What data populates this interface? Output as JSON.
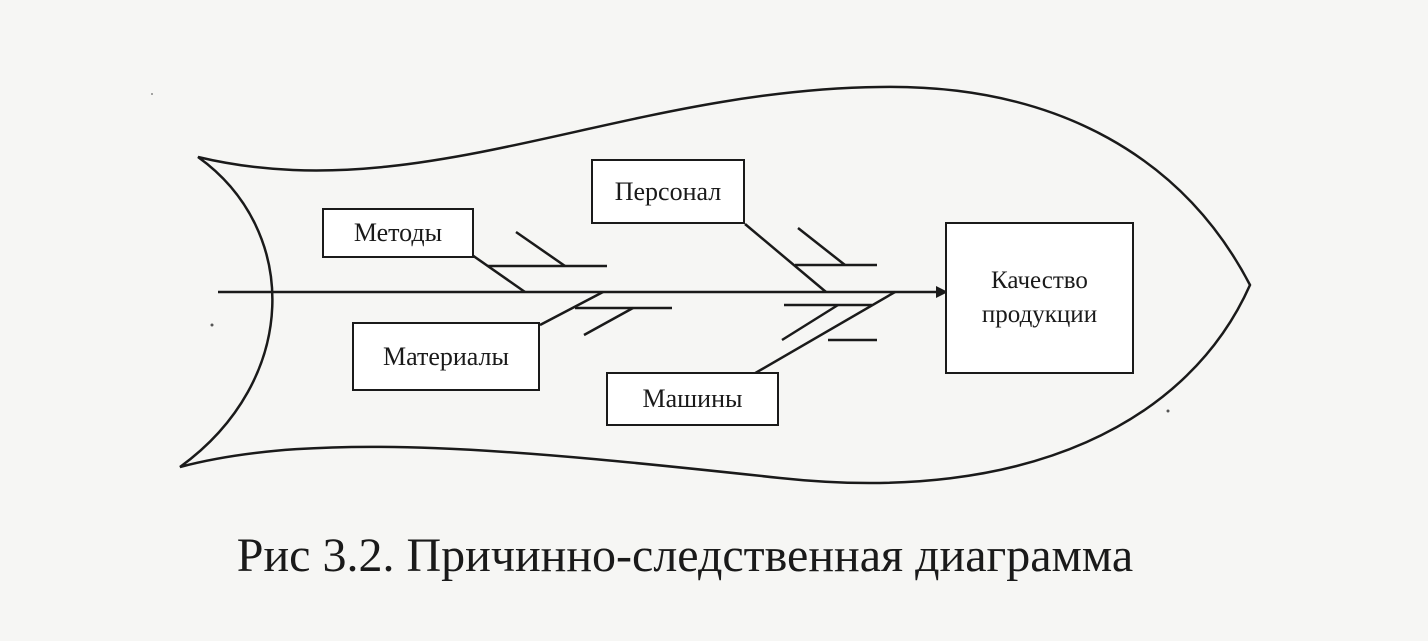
{
  "diagram": {
    "type": "fishbone",
    "effect": "Качество продукции",
    "causes": [
      {
        "label": "Методы",
        "side": "top"
      },
      {
        "label": "Персонал",
        "side": "top"
      },
      {
        "label": "Материалы",
        "side": "bottom"
      },
      {
        "label": "Машины",
        "side": "bottom"
      }
    ],
    "caption": "Рис 3.2. Причинно-следственная диаграмма"
  },
  "colors": {
    "ink": "#1a1a1a",
    "paper": "#f6f6f4",
    "box_fill": "#ffffff"
  }
}
